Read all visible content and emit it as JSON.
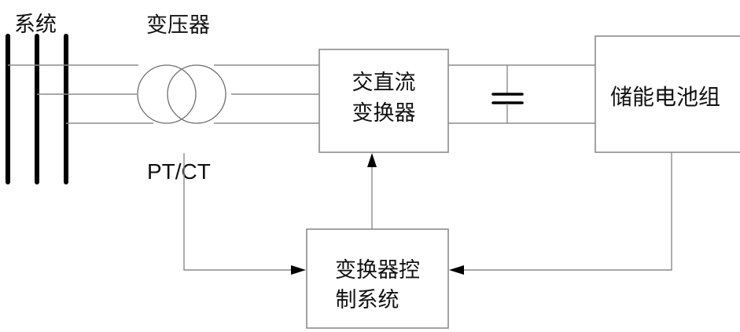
{
  "diagram": {
    "title": "Energy storage converter system block diagram",
    "labels": {
      "system": "系统",
      "transformer": "变压器",
      "pt_ct": "PT/CT",
      "converter_line1": "交直流",
      "converter_line2": "变换器",
      "battery": "储能电池组",
      "control_line1": "变换器控",
      "control_line2": "制系统"
    },
    "components": [
      {
        "id": "grid",
        "label": "系统",
        "type": "three-phase bus"
      },
      {
        "id": "transformer",
        "label": "变压器",
        "type": "transformer"
      },
      {
        "id": "measurement",
        "label": "PT/CT",
        "type": "sensor"
      },
      {
        "id": "converter",
        "label": "交直流变换器",
        "type": "AC/DC converter"
      },
      {
        "id": "capacitor",
        "label": "",
        "type": "DC-link capacitor"
      },
      {
        "id": "battery",
        "label": "储能电池组",
        "type": "battery bank"
      },
      {
        "id": "controller",
        "label": "变换器控制系统",
        "type": "control system"
      }
    ],
    "connections": [
      {
        "from": "grid",
        "to": "transformer",
        "kind": "3-phase power"
      },
      {
        "from": "transformer",
        "to": "converter",
        "kind": "3-phase power"
      },
      {
        "from": "converter",
        "to": "battery",
        "kind": "DC power"
      },
      {
        "from": "measurement",
        "to": "controller",
        "kind": "signal",
        "arrow": true
      },
      {
        "from": "battery",
        "to": "controller",
        "kind": "signal",
        "arrow": true
      },
      {
        "from": "controller",
        "to": "converter",
        "kind": "control",
        "arrow": true
      }
    ]
  }
}
